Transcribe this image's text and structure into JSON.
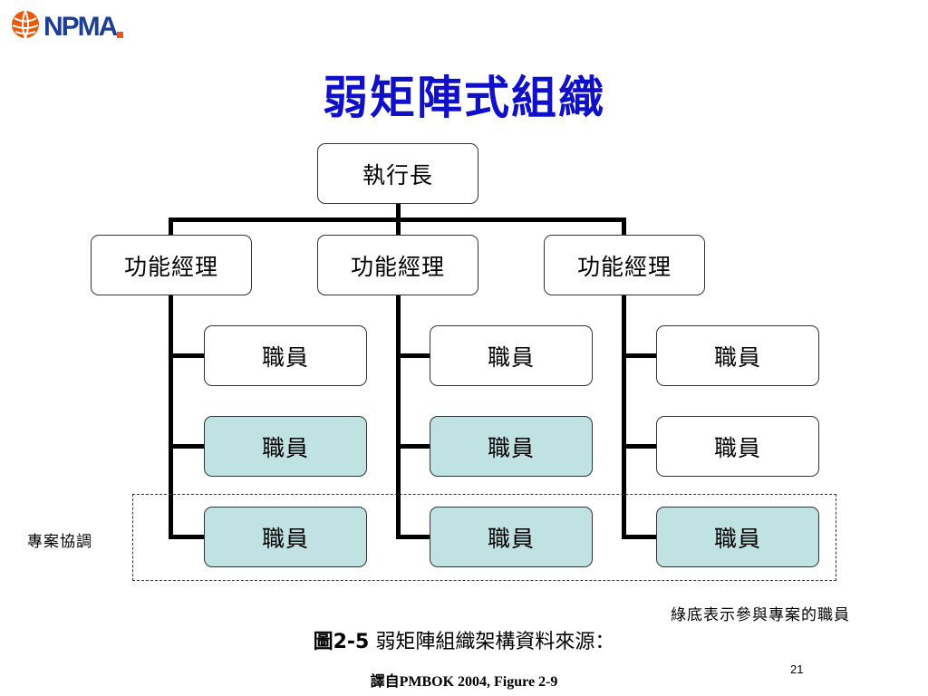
{
  "logo": {
    "text": "NPMA"
  },
  "title": "弱矩陣式組織",
  "org": {
    "ceo": "執行長",
    "managers": [
      {
        "label": "功能經理",
        "staff": [
          {
            "label": "職員",
            "project": false
          },
          {
            "label": "職員",
            "project": true
          },
          {
            "label": "職員",
            "project": true
          }
        ]
      },
      {
        "label": "功能經理",
        "staff": [
          {
            "label": "職員",
            "project": false
          },
          {
            "label": "職員",
            "project": true
          },
          {
            "label": "職員",
            "project": true
          }
        ]
      },
      {
        "label": "功能經理",
        "staff": [
          {
            "label": "職員",
            "project": false
          },
          {
            "label": "職員",
            "project": false
          },
          {
            "label": "職員",
            "project": true
          }
        ]
      }
    ]
  },
  "project_coordination_label": "專案協調",
  "legend_note": "綠底表示參與專案的職員",
  "caption": {
    "figure": "圖2-5",
    "text": "弱矩陣組織架構資料來源："
  },
  "source": "譯自PMBOK 2004, Figure 2-9",
  "page_number": "21",
  "colors": {
    "title": "#1010c8",
    "project_staff": "#c1e2e2",
    "logo_orange": "#e8590c",
    "logo_blue": "#1e3f91"
  }
}
